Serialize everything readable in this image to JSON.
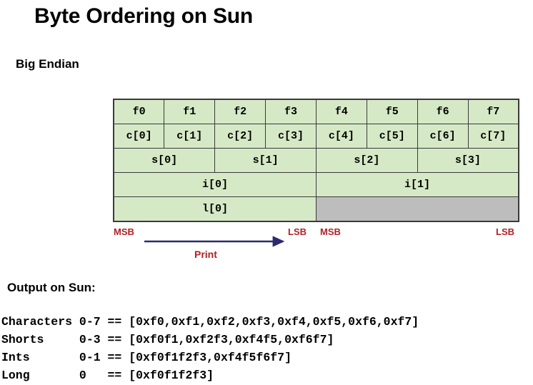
{
  "slide": {
    "title": "Byte Ordering on Sun",
    "endian_label": "Big Endian",
    "output_heading": "Output on Sun:"
  },
  "memory_table": {
    "colors": {
      "cell_fill": "#d6e9c6",
      "empty_fill": "#bdbdbd",
      "border": "#3a3a3a"
    },
    "rows": [
      {
        "name": "address-row",
        "cells": [
          {
            "label": "f0",
            "span": 1,
            "empty": false
          },
          {
            "label": "f1",
            "span": 1,
            "empty": false
          },
          {
            "label": "f2",
            "span": 1,
            "empty": false
          },
          {
            "label": "f3",
            "span": 1,
            "empty": false
          },
          {
            "label": "f4",
            "span": 1,
            "empty": false
          },
          {
            "label": "f5",
            "span": 1,
            "empty": false
          },
          {
            "label": "f6",
            "span": 1,
            "empty": false
          },
          {
            "label": "f7",
            "span": 1,
            "empty": false
          }
        ]
      },
      {
        "name": "char-row",
        "cells": [
          {
            "label": "c[0]",
            "span": 1,
            "empty": false
          },
          {
            "label": "c[1]",
            "span": 1,
            "empty": false
          },
          {
            "label": "c[2]",
            "span": 1,
            "empty": false
          },
          {
            "label": "c[3]",
            "span": 1,
            "empty": false
          },
          {
            "label": "c[4]",
            "span": 1,
            "empty": false
          },
          {
            "label": "c[5]",
            "span": 1,
            "empty": false
          },
          {
            "label": "c[6]",
            "span": 1,
            "empty": false
          },
          {
            "label": "c[7]",
            "span": 1,
            "empty": false
          }
        ]
      },
      {
        "name": "short-row",
        "cells": [
          {
            "label": "s[0]",
            "span": 2,
            "empty": false
          },
          {
            "label": "s[1]",
            "span": 2,
            "empty": false
          },
          {
            "label": "s[2]",
            "span": 2,
            "empty": false
          },
          {
            "label": "s[3]",
            "span": 2,
            "empty": false
          }
        ]
      },
      {
        "name": "int-row",
        "cells": [
          {
            "label": "i[0]",
            "span": 4,
            "empty": false
          },
          {
            "label": "i[1]",
            "span": 4,
            "empty": false
          }
        ]
      },
      {
        "name": "long-row",
        "cells": [
          {
            "label": "l[0]",
            "span": 4,
            "empty": false
          },
          {
            "label": "",
            "span": 4,
            "empty": true
          }
        ]
      }
    ]
  },
  "annotations": {
    "color": "#b02025",
    "arrow_color": "#2b2b6e",
    "msb_left": "MSB",
    "lsb_left": "LSB",
    "msb_right": "MSB",
    "lsb_right": "LSB",
    "print_label": "Print"
  },
  "console": {
    "lines": [
      "Characters 0-7 == [0xf0,0xf1,0xf2,0xf3,0xf4,0xf5,0xf6,0xf7]",
      "Shorts     0-3 == [0xf0f1,0xf2f3,0xf4f5,0xf6f7]",
      "Ints       0-1 == [0xf0f1f2f3,0xf4f5f6f7]",
      "Long       0   == [0xf0f1f2f3]"
    ]
  }
}
